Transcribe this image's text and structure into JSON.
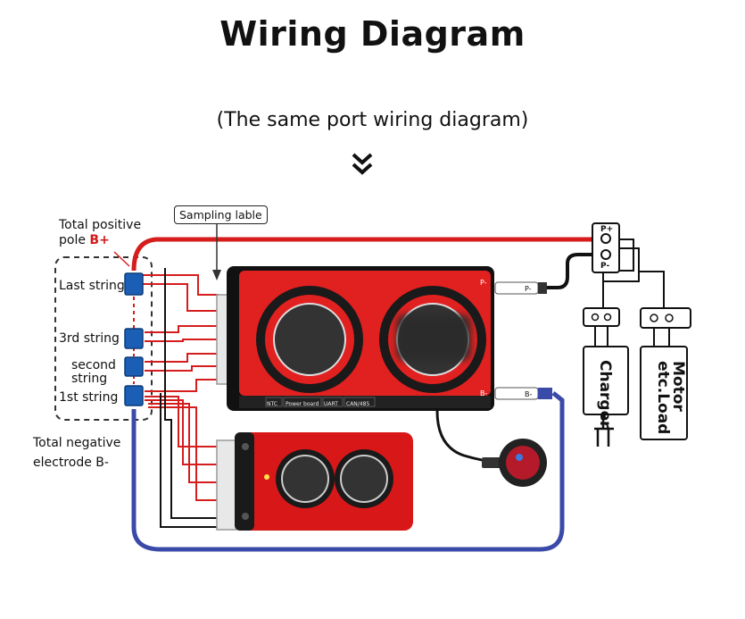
{
  "title": "Wiring Diagram",
  "subtitle": "(The same port wiring diagram)",
  "labels": {
    "sampling": "Sampling lable",
    "total_positive_line1": "Total positive",
    "total_positive_line2": "pole",
    "bplus": "B+",
    "last_string": "Last string",
    "third_string": "3rd string",
    "second_string_line1": "second",
    "second_string_line2": "string",
    "first_string": "1st string",
    "total_negative_line1": "Total negative",
    "total_negative_line2": "electrode B-",
    "charger": "Charger",
    "motor_line1": "Motor",
    "motor_line2": "etc.Load",
    "pplus": "P+",
    "pminus": "P-",
    "port_pminus": "P-",
    "port_bminus": "B-",
    "bms_pminus": "P-",
    "bms_bminus": "B-",
    "ntc": "NTC",
    "power_board": "Power board",
    "uart": "UART",
    "can": "CAN/485"
  },
  "colors": {
    "positive_wire": "#d61d1d",
    "negative_wire": "#3a4aa8",
    "bms_body": "#e12020"
  },
  "icons": [
    "double-chevron-down-icon",
    "battery-cell-icon",
    "fan-icon",
    "plug-icon",
    "display-meter-icon"
  ]
}
